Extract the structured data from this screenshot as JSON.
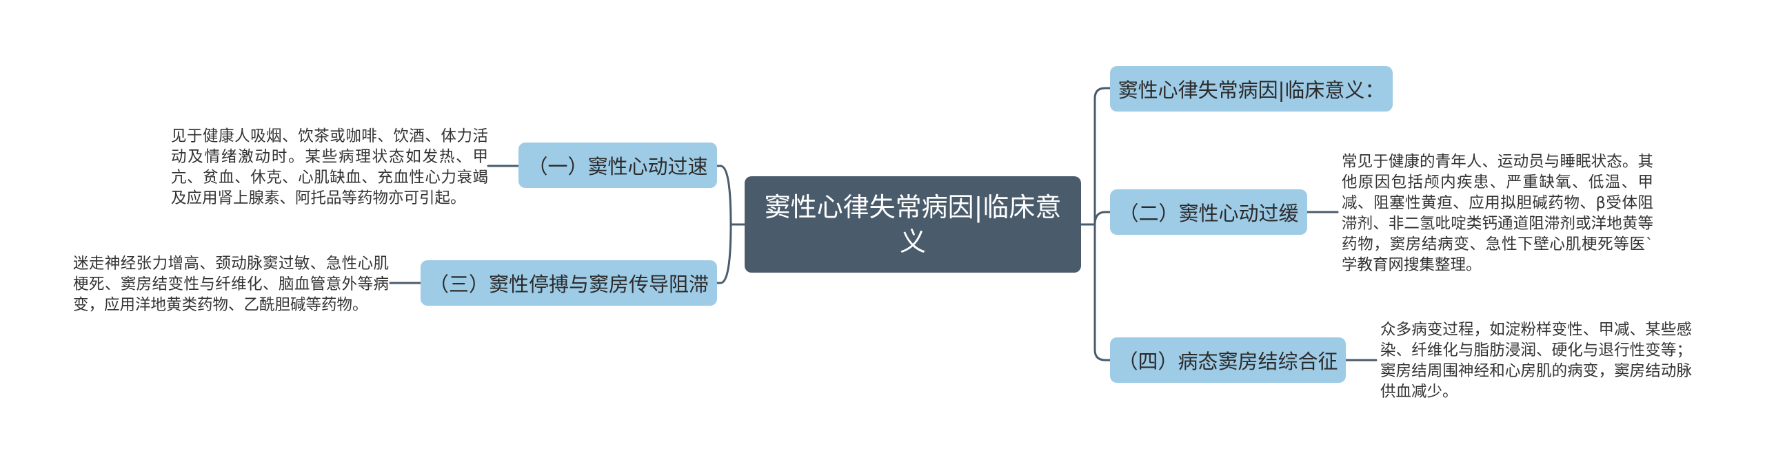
{
  "root": {
    "label": "窦性心律失常病因|临床意义"
  },
  "branches": [
    {
      "id": "b1",
      "label": "（一）窦性心动过速",
      "detail": "见于健康人吸烟、饮茶或咖啡、饮酒、体力活动及情绪激动时。某些病理状态如发热、甲亢、贫血、休克、心肌缺血、充血性心力衰竭及应用肾上腺素、阿托品等药物亦可引起。"
    },
    {
      "id": "b3",
      "label": "（三）窦性停搏与窦房传导阻滞",
      "detail": "迷走神经张力增高、颈动脉窦过敏、急性心肌梗死、窦房结变性与纤维化、脑血管意外等病变，应用洋地黄类药物、乙酰胆碱等药物。"
    },
    {
      "id": "b0",
      "label": "窦性心律失常病因|临床意义："
    },
    {
      "id": "b2",
      "label": "（二）窦性心动过缓",
      "detail": "常见于健康的青年人、运动员与睡眠状态。其他原因包括颅内疾患、严重缺氧、低温、甲减、阻塞性黄疸、应用拟胆碱药物、β受体阻滞剂、非二氢吡啶类钙通道阻滞剂或洋地黄等药物，窦房结病变、急性下壁心肌梗死等医`学教育网搜集整理。"
    },
    {
      "id": "b4",
      "label": "（四）病态窦房结综合征",
      "detail": "众多病变过程，如淀粉样变性、甲减、某些感染、纤维化与脂肪浸润、硬化与退行性变等；窦房结周围神经和心房肌的病变，窦房结动脉供血减少。"
    }
  ],
  "colors": {
    "root": "#4a5b6b",
    "branch": "#9ecbe6",
    "line": "#4a5b6b"
  }
}
